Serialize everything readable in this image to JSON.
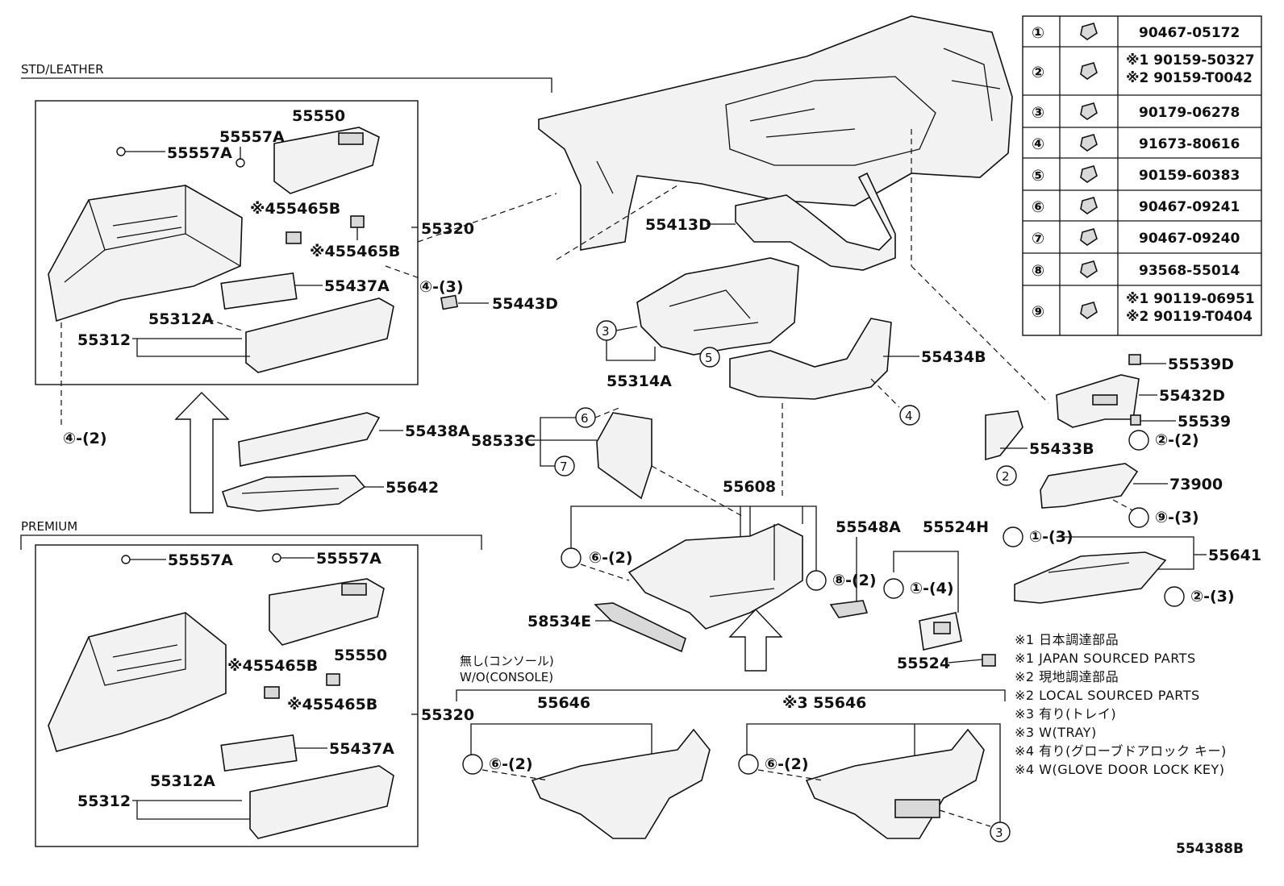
{
  "sections": {
    "std_leather": "STD/LEATHER",
    "premium": "PREMIUM",
    "wo_console_jp": "無し(コンソール)",
    "wo_console_en": "W/O(CONSOLE)"
  },
  "diagram_code": "554388B",
  "fastener_table": [
    {
      "no": "①",
      "parts": [
        "90467-05172"
      ]
    },
    {
      "no": "②",
      "parts": [
        "※1 90159-50327",
        "※2 90159-T0042"
      ]
    },
    {
      "no": "③",
      "parts": [
        "90179-06278"
      ]
    },
    {
      "no": "④",
      "parts": [
        "91673-80616"
      ]
    },
    {
      "no": "⑤",
      "parts": [
        "90159-60383"
      ]
    },
    {
      "no": "⑥",
      "parts": [
        "90467-09241"
      ]
    },
    {
      "no": "⑦",
      "parts": [
        "90467-09240"
      ]
    },
    {
      "no": "⑧",
      "parts": [
        "93568-55014"
      ]
    },
    {
      "no": "⑨",
      "parts": [
        "※1 90119-06951",
        "※2 90119-T0404"
      ]
    }
  ],
  "notes": [
    "※1 日本調達部品",
    "※1 JAPAN SOURCED PARTS",
    "※2 現地調達部品",
    "※2 LOCAL SOURCED PARTS",
    "※3 有り(トレイ)",
    "※3 W(TRAY)",
    "※4 有り(グローブドアロック キー)",
    "※4 W(GLOVE DOOR LOCK KEY)"
  ],
  "labels": {
    "p55550_a": "55550",
    "p55557A_a": "55557A",
    "p55557A_b": "55557A",
    "p55465B_a": "※455465B",
    "p55465B_b": "※455465B",
    "p55320_a": "55320",
    "p55437A_a": "55437A",
    "p55312A_a": "55312A",
    "p55312_a": "55312",
    "c4_3": "④-(3)",
    "p55443D": "55443D",
    "c4_2": "④-(2)",
    "p55438A": "55438A",
    "p55642": "55642",
    "p55557A_c": "55557A",
    "p55557A_d": "55557A",
    "p55550_b": "55550",
    "p55465B_c": "※455465B",
    "p55465B_d": "※455465B",
    "p55320_b": "55320",
    "p55437A_b": "55437A",
    "p55312A_b": "55312A",
    "p55312_b": "55312",
    "p55413D": "55413D",
    "p55314A": "55314A",
    "p55434B": "55434B",
    "p58533C": "58533C",
    "p55608": "55608",
    "p55548A": "55548A",
    "p55524H": "55524H",
    "c6_2a": "⑥-(2)",
    "c8_2": "⑧-(2)",
    "c1_4": "①-(4)",
    "p58534E": "58534E",
    "p55524": "55524",
    "p55646_a": "55646",
    "p55646_b": "※3 55646",
    "c6_2b": "⑥-(2)",
    "c6_2c": "⑥-(2)",
    "p55539D": "55539D",
    "p55432D": "55432D",
    "p55539": "55539",
    "c2_2": "②-(2)",
    "p55433B": "55433B",
    "p73900": "73900",
    "c9_3": "⑨-(3)",
    "c1_3": "①-(3)",
    "p55641": "55641",
    "c2_3": "②-(3)"
  }
}
